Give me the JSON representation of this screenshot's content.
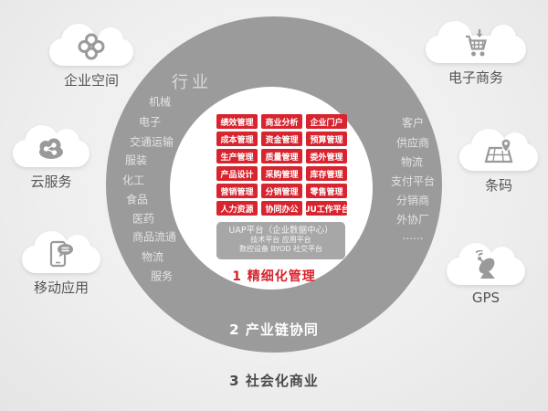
{
  "diagram": {
    "levels": {
      "level1": "1 精细化管理",
      "level2": "2 产业链协同",
      "level3": "3 社会化商业"
    },
    "industry": {
      "title": "行业",
      "items": [
        "机械",
        "电子",
        "交通运输",
        "服装",
        "化工",
        "食品",
        "医药",
        "商品流通",
        "物流",
        "服务"
      ]
    },
    "partners": [
      "客户",
      "供应商",
      "物流",
      "支付平台",
      "分销商",
      "外协厂",
      "......"
    ],
    "modules": [
      "绩效管理",
      "商业分析",
      "企业门户",
      "成本管理",
      "资金管理",
      "预算管理",
      "生产管理",
      "质量管理",
      "委外管理",
      "产品设计",
      "采购管理",
      "库存管理",
      "营销管理",
      "分销管理",
      "零售管理",
      "人力资源",
      "协同办公",
      "UU工作平台"
    ],
    "platform": {
      "line1": "UAP平台（企业数据中心）",
      "line2": "技术平台  应用平台",
      "line3": "数控设备 BYOD  社交平台"
    },
    "clouds": {
      "enterprise_space": {
        "label": "企业空间",
        "icon": "group-circles-icon"
      },
      "ecommerce": {
        "label": "电子商务",
        "icon": "shopping-cart-icon"
      },
      "cloud_service": {
        "label": "云服务",
        "icon": "cloud-share-icon"
      },
      "barcode": {
        "label": "条码",
        "icon": "map-pin-icon"
      },
      "mobile_app": {
        "label": "移动应用",
        "icon": "mobile-chat-icon"
      },
      "gps": {
        "label": "GPS",
        "icon": "satellite-dish-icon"
      }
    },
    "colors": {
      "accent_red": "#d8242e",
      "ring_gray": "#9b9b9b",
      "inner_circle": "#ffffff",
      "background": "#efefef",
      "platform_box": "#a7a7a7",
      "dark_text": "#4a4a4a"
    }
  }
}
